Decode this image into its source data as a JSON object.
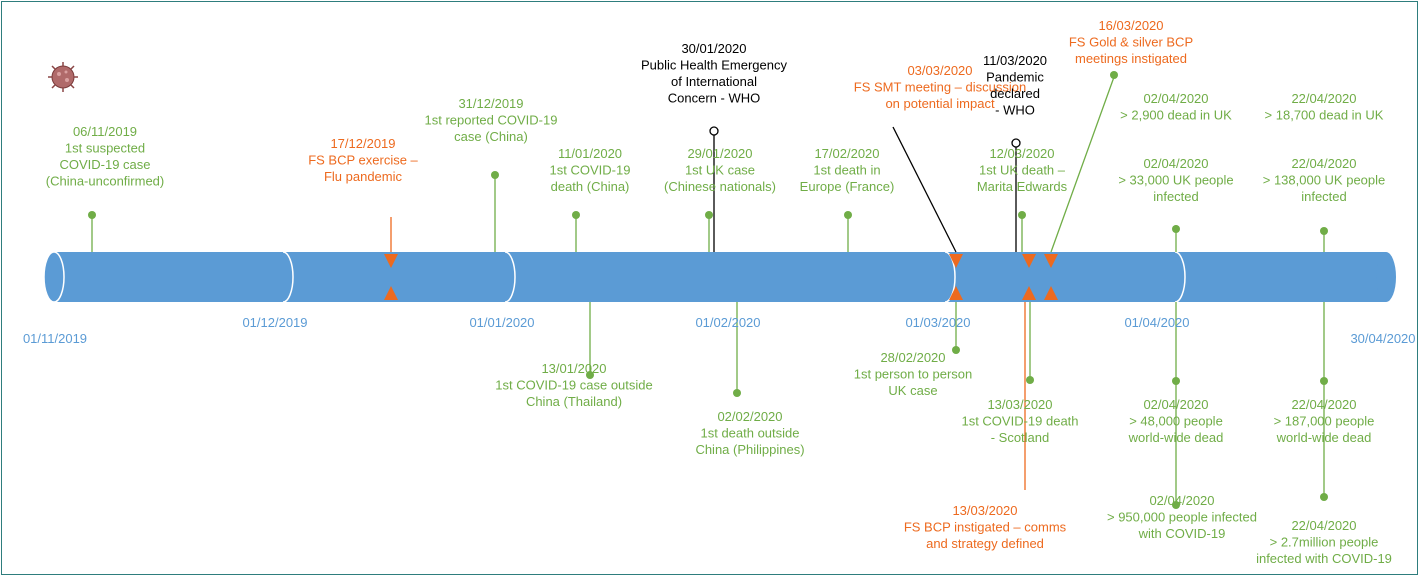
{
  "colors": {
    "bar": "#5b9bd5",
    "green": "#70ad47",
    "orange": "#ed6a1f",
    "black": "#000000",
    "month_label": "#5b9bd5",
    "frame": "#2e7d7d"
  },
  "icon": "virus-icon",
  "months": [
    {
      "id": "m0",
      "label": "01/11/2019"
    },
    {
      "id": "m1",
      "label": "01/12/2019"
    },
    {
      "id": "m2",
      "label": "01/01/2020"
    },
    {
      "id": "m3",
      "label": "01/02/2020"
    },
    {
      "id": "m4",
      "label": "01/03/2020"
    },
    {
      "id": "m5",
      "label": "01/04/2020"
    },
    {
      "id": "m6",
      "label": "30/04/2020"
    }
  ],
  "events": [
    {
      "id": "e1",
      "color": "green",
      "lines": [
        "06/11/2019",
        "1st suspected",
        "COVID-19 case",
        "(China-unconfirmed)"
      ]
    },
    {
      "id": "e2",
      "color": "orange",
      "lines": [
        "17/12/2019",
        "FS BCP exercise –",
        "Flu pandemic"
      ]
    },
    {
      "id": "e3",
      "color": "green",
      "lines": [
        "31/12/2019",
        "1st reported COVID-19",
        "case (China)"
      ]
    },
    {
      "id": "e4",
      "color": "green",
      "lines": [
        "11/01/2020",
        "1st COVID-19",
        "death (China)"
      ]
    },
    {
      "id": "e5",
      "color": "black",
      "lines": [
        "30/01/2020",
        "Public Health Emergency",
        "of International",
        "Concern - WHO"
      ]
    },
    {
      "id": "e6",
      "color": "green",
      "lines": [
        "29/01/2020",
        "1st UK case",
        "(Chinese nationals)"
      ]
    },
    {
      "id": "e7",
      "color": "green",
      "lines": [
        "17/02/2020",
        "1st death in",
        "Europe (France)"
      ]
    },
    {
      "id": "e8",
      "color": "orange",
      "lines": [
        "03/03/2020",
        "FS SMT meeting – discussion",
        "on potential impact"
      ]
    },
    {
      "id": "e9",
      "color": "black",
      "lines": [
        "11/03/2020",
        "Pandemic",
        "declared",
        "- WHO"
      ]
    },
    {
      "id": "e10",
      "color": "orange",
      "lines": [
        "16/03/2020",
        "FS Gold & silver BCP",
        "meetings instigated"
      ]
    },
    {
      "id": "e11",
      "color": "green",
      "lines": [
        "12/03/2020",
        "1st UK death –",
        "Marita Edwards"
      ]
    },
    {
      "id": "e12",
      "color": "green",
      "lines": [
        "02/04/2020",
        "> 2,900 dead in UK"
      ]
    },
    {
      "id": "e13",
      "color": "green",
      "lines": [
        "02/04/2020",
        "> 33,000 UK people",
        "infected"
      ]
    },
    {
      "id": "e14",
      "color": "green",
      "lines": [
        "22/04/2020",
        "> 18,700 dead in UK"
      ]
    },
    {
      "id": "e15",
      "color": "green",
      "lines": [
        "22/04/2020",
        "> 138,000 UK people",
        "infected"
      ]
    },
    {
      "id": "e16",
      "color": "green",
      "lines": [
        "13/01/2020",
        "1st COVID-19 case outside",
        "China (Thailand)"
      ]
    },
    {
      "id": "e17",
      "color": "green",
      "lines": [
        "02/02/2020",
        "1st death outside",
        "China (Philippines)"
      ]
    },
    {
      "id": "e18",
      "color": "green",
      "lines": [
        "28/02/2020",
        "1st person to person",
        "UK case"
      ]
    },
    {
      "id": "e19",
      "color": "green",
      "lines": [
        "13/03/2020",
        "1st COVID-19 death",
        "- Scotland"
      ]
    },
    {
      "id": "e20",
      "color": "orange",
      "lines": [
        "13/03/2020",
        "FS BCP instigated – comms",
        "and strategy defined"
      ]
    },
    {
      "id": "e21",
      "color": "green",
      "lines": [
        "02/04/2020",
        "> 48,000 people",
        "world-wide dead"
      ]
    },
    {
      "id": "e22",
      "color": "green",
      "lines": [
        "02/04/2020",
        "> 950,000 people infected",
        "with COVID-19"
      ]
    },
    {
      "id": "e23",
      "color": "green",
      "lines": [
        "22/04/2020",
        "> 187,000 people",
        "world-wide dead"
      ]
    },
    {
      "id": "e24",
      "color": "green",
      "lines": [
        "22/04/2020",
        "> 2.7million people",
        "infected with COVID-19"
      ]
    }
  ]
}
